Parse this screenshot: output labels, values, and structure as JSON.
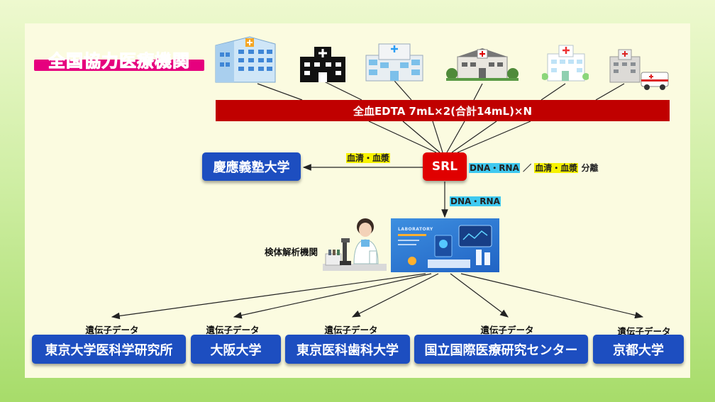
{
  "title": "全国協力医療機関",
  "sample_bar": "全血EDTA 7mL×2(合計14mL)×N",
  "srl": "SRL",
  "keio": "慶應義塾大学",
  "serum_plasma": "血清・血漿",
  "dna_rna": "DNA・RNA",
  "slash": "／",
  "separation": "分離",
  "analysis_institution": "検体解析機関",
  "lab_image_text": "LABORATORY",
  "gene_data_label": "遺伝子データ",
  "destinations": [
    "東京大学医科学研究所",
    "大阪大学",
    "東京医科歯科大学",
    "国立国際医療研究センター",
    "京都大学"
  ],
  "icons": [
    "hospital-building-icon",
    "hospital-black-icon",
    "hospital-glass-icon",
    "hospital-trees-icon",
    "hospital-white-icon",
    "ambulance-hospital-icon",
    "scientist-microscope-icon",
    "laboratory-image"
  ],
  "colors": {
    "title": "#e6007e",
    "red_bar": "#c00000",
    "srl": "#e00000",
    "blue_box": "#1d4ec0",
    "highlight_yellow": "#f7f200",
    "highlight_cyan": "#3fc9f0"
  }
}
